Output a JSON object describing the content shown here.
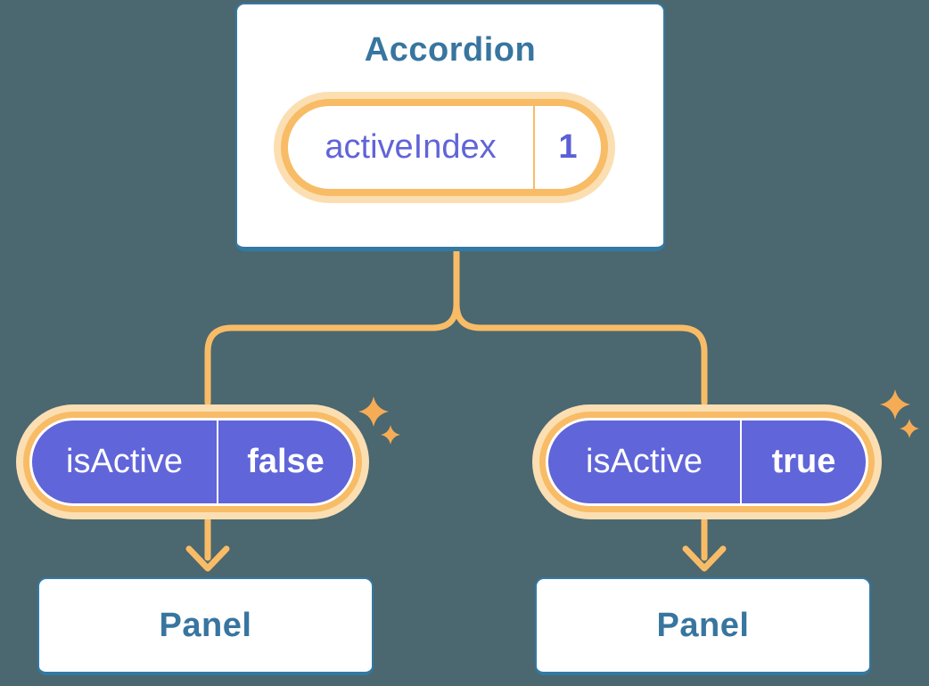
{
  "colors": {
    "background": "#4B6770",
    "node_fill": "#FFFFFF",
    "node_border": "#3279A4",
    "node_text": "#38759F",
    "connector": "#F8BC66",
    "pill_glow": "#FBDFB2",
    "sparkle": "#F5AC55",
    "prop_pill_fill": "#6065D9",
    "state_text": "#6164D8",
    "prop_text": "#FFFFFF"
  },
  "icons": {
    "sparkle": "four-point-star",
    "arrow": "down-arrow-chevron"
  },
  "accordion": {
    "title": "Accordion",
    "state": {
      "label": "activeIndex",
      "value": "1"
    }
  },
  "children": [
    {
      "prop": {
        "label": "isActive",
        "value": "false"
      },
      "component": "Panel"
    },
    {
      "prop": {
        "label": "isActive",
        "value": "true"
      },
      "component": "Panel"
    }
  ]
}
